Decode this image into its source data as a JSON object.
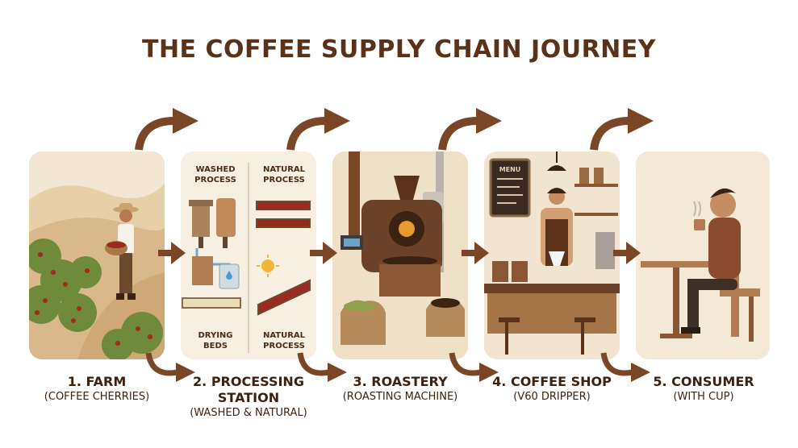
{
  "title": "THE COFFEE SUPPLY CHAIN JOURNEY",
  "stages": [
    {
      "name": "1. FARM",
      "sub": "(COFFEE CHERRIES)"
    },
    {
      "name": "2. PROCESSING STATION",
      "name_line1": "2. PROCESSING",
      "name_line2": "STATION",
      "sub": "(WASHED & NATURAL)"
    },
    {
      "name": "3. ROASTERY",
      "sub": "(ROASTING MACHINE)"
    },
    {
      "name": "4. COFFEE SHOP",
      "sub": "(V60 DRIPPER)"
    },
    {
      "name": "5. CONSUMER",
      "sub": "(WITH CUP)"
    }
  ],
  "processing": {
    "washed_line1": "WASHED",
    "washed_line2": "PROCESS",
    "natural_line1": "NATURAL",
    "natural_line2": "PROCESS",
    "drying_line1": "DRYING",
    "drying_line2": "BEDS",
    "natural2_line1": "NATURAL",
    "natural2_line2": "PROCESS"
  },
  "menu_board": "MENU",
  "colors": {
    "title": "#5a3219",
    "arrow": "#7a4626",
    "panel_bg": "#f1e2cc",
    "text": "#3b2212"
  }
}
